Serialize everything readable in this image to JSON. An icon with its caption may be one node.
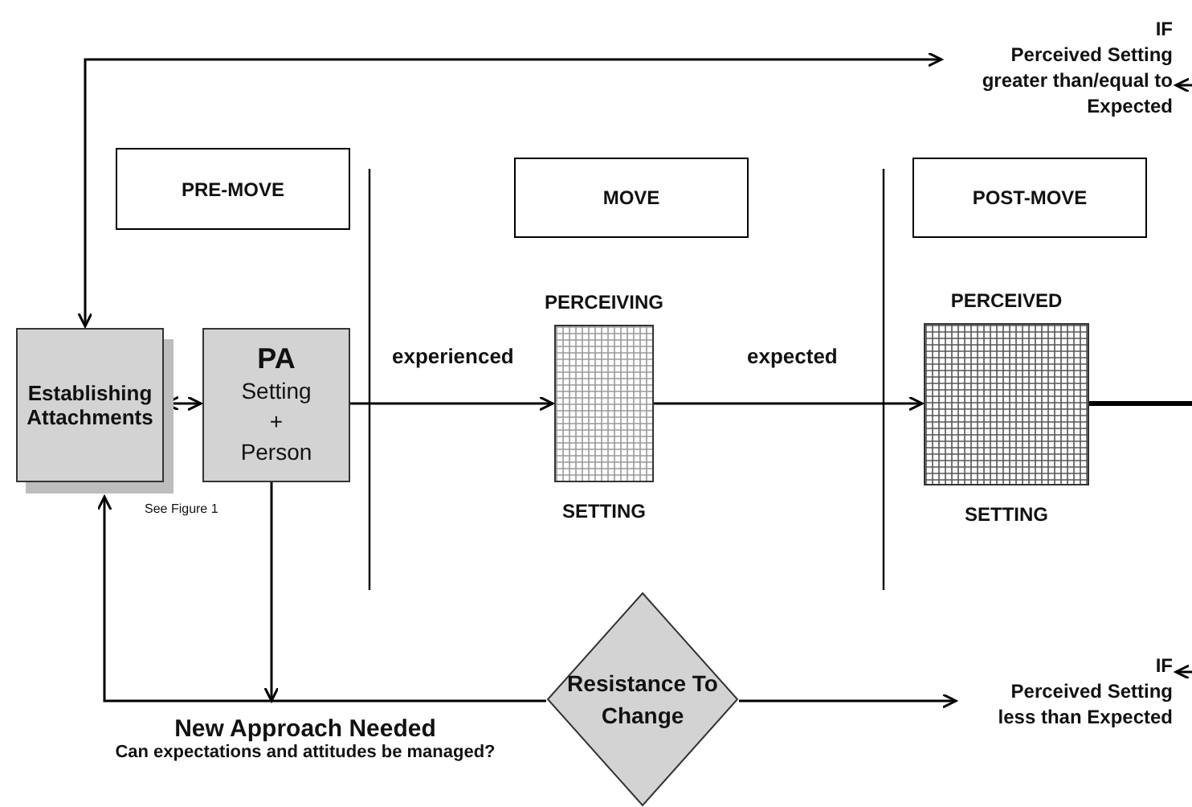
{
  "diagram": {
    "nodes": [
      {
        "text": [
          "PRE-MOVE"
        ]
      },
      {
        "text": [
          "MOVE"
        ]
      },
      {
        "text": [
          "POST-MOVE"
        ]
      },
      {
        "text": [
          "Establishing Attachments"
        ]
      },
      {
        "text": [
          "PA",
          "Setting + Person"
        ]
      },
      {
        "text": [
          "PERCEIVING",
          "SETTING"
        ]
      },
      {
        "text": [
          "PERCEIVED",
          "SETTING"
        ]
      },
      {
        "text": [
          "Resistance To Change"
        ]
      },
      {
        "text": [
          "IF",
          "Perceived Setting greater than/equal to Expected"
        ]
      },
      {
        "text": [
          "IF",
          "Perceived Setting less than Expected"
        ]
      },
      {
        "text": [
          "New Approach Needed",
          "Can expectations and attitudes be managed?"
        ]
      }
    ],
    "edges": [
      {
        "from": 3,
        "to": 8,
        "arrow": "both"
      },
      {
        "from": null,
        "to": 8,
        "arrow": "to"
      },
      {
        "from": 3,
        "to": 4,
        "arrow": "both"
      },
      {
        "from": 4,
        "to": 5,
        "arrow": "to",
        "label": "experienced"
      },
      {
        "from": 5,
        "to": 6,
        "arrow": "to",
        "label": "expected"
      },
      {
        "from": 6,
        "to": null,
        "arrow": "none",
        "style": "thick"
      },
      {
        "from": 4,
        "to": 10,
        "arrow": "to"
      },
      {
        "from": 7,
        "to": 3,
        "arrow": "to"
      },
      {
        "from": 7,
        "to": 9,
        "arrow": "to"
      },
      {
        "from": null,
        "to": 9,
        "arrow": "to"
      }
    ],
    "labels": [
      "See Figure 1"
    ]
  }
}
